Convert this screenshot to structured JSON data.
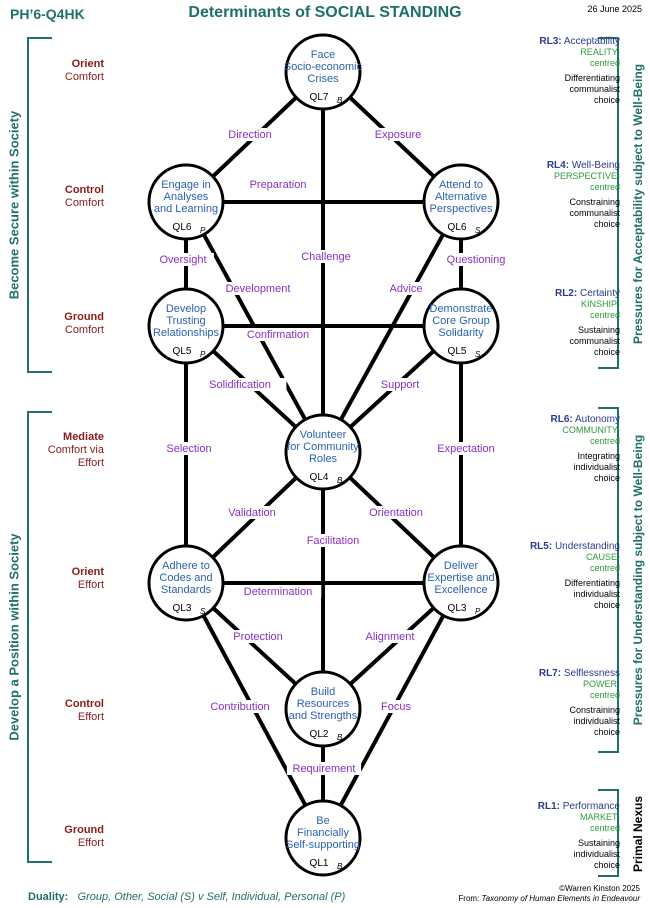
{
  "header": {
    "code": "PH’6-Q4HK",
    "title": "Determinants of SOCIAL STANDING",
    "date": "26 June 2025"
  },
  "left": {
    "upper_label": "Become Secure within Society",
    "lower_label": "Develop a Position within Society",
    "levels": [
      {
        "a": "Orient",
        "b": "Comfort"
      },
      {
        "a": "Control",
        "b": "Comfort"
      },
      {
        "a": "Ground",
        "b": "Comfort"
      },
      {
        "a": "Mediate",
        "b": "Comfort via Effort"
      },
      {
        "a": "Orient",
        "b": "Effort"
      },
      {
        "a": "Control",
        "b": "Effort"
      },
      {
        "a": "Ground",
        "b": "Effort"
      }
    ]
  },
  "right": {
    "pressure1": "Pressures for Acceptability subject to Well-Being",
    "pressure2": "Pressures for Understanding subject to Well-Being",
    "pressure3": "Primal Nexus",
    "rls": [
      {
        "id": "RL3:",
        "name": "Acceptability",
        "c1": "REALITY-",
        "c2": "centred",
        "k1": "Differentiating",
        "k2": "communalist",
        "k3": "choice"
      },
      {
        "id": "RL4:",
        "name": "Well-Being",
        "c1": "PERSPECTIVE-",
        "c2": "centred",
        "k1": "Constraining",
        "k2": "communalist",
        "k3": "choice"
      },
      {
        "id": "RL2:",
        "name": "Certainty",
        "c1": "KINSHIP-",
        "c2": "centred",
        "k1": "Sustaining",
        "k2": "communalist",
        "k3": "choice"
      },
      {
        "id": "RL6:",
        "name": "Autonomy",
        "c1": "COMMUNITY-",
        "c2": "centred",
        "k1": "Integrating",
        "k2": "individualist",
        "k3": "choice"
      },
      {
        "id": "RL5:",
        "name": "Understanding",
        "c1": "CAUSE-",
        "c2": "centred",
        "k1": "Differentiating",
        "k2": "individualist",
        "k3": "choice"
      },
      {
        "id": "RL7:",
        "name": "Selflessness",
        "c1": "POWER-",
        "c2": "centred",
        "k1": "Constraining",
        "k2": "individualist",
        "k3": "choice"
      },
      {
        "id": "RL1:",
        "name": "Performance",
        "c1": "MARKET-",
        "c2": "centred",
        "k1": "Sustaining",
        "k2": "individualist",
        "k3": "choice"
      }
    ]
  },
  "nodes": {
    "ql7": {
      "l1": "Face",
      "l2": "Socio-economic",
      "l3": "Crises",
      "code": "QL7",
      "sub": "B"
    },
    "ql6p": {
      "l1": "Engage in",
      "l2": "Analyses",
      "l3": "and Learning",
      "code": "QL6",
      "sub": "P"
    },
    "ql6s": {
      "l1": "Attend to",
      "l2": "Alternative",
      "l3": "Perspectives",
      "code": "QL6",
      "sub": "S"
    },
    "ql5p": {
      "l1": "Develop",
      "l2": "Trusting",
      "l3": "Relationships",
      "code": "QL5",
      "sub": "P"
    },
    "ql5s": {
      "l1": "Demonstrate",
      "l2": "Core Group",
      "l3": "Solidarity",
      "code": "QL5",
      "sub": "S"
    },
    "ql4": {
      "l1": "Volunteer",
      "l2": "for Community",
      "l3": "Roles",
      "code": "QL4",
      "sub": "B"
    },
    "ql3s": {
      "l1": "Adhere to",
      "l2": "Codes and",
      "l3": "Standards",
      "code": "QL3",
      "sub": "S"
    },
    "ql3p": {
      "l1": "Deliver",
      "l2": "Expertise and",
      "l3": "Excellence",
      "code": "QL3",
      "sub": "P"
    },
    "ql2": {
      "l1": "Build",
      "l2": "Resources",
      "l3": "and Strengths",
      "code": "QL2",
      "sub": "B"
    },
    "ql1": {
      "l1": "Be",
      "l2": "Financially",
      "l3": "Self-supporting",
      "code": "QL1",
      "sub": "B"
    }
  },
  "edges": {
    "direction": "Direction",
    "exposure": "Exposure",
    "preparation": "Preparation",
    "challenge": "Challenge",
    "oversight": "Oversight",
    "questioning": "Questioning",
    "development": "Development",
    "advice": "Advice",
    "confirmation": "Confirmation",
    "solidification": "Solidification",
    "support": "Support",
    "selection": "Selection",
    "expectation": "Expectation",
    "validation": "Validation",
    "orientation": "Orientation",
    "facilitation": "Facilitation",
    "determination": "Determination",
    "protection": "Protection",
    "alignment": "Alignment",
    "contribution": "Contribution",
    "focus": "Focus",
    "requirement": "Requirement"
  },
  "footer": {
    "duality_label": "Duality:",
    "duality_text": "Group, Other, Social (S)  v  Self, Individual, Personal (P)",
    "copyright": "©Warren Kinston 2025",
    "source_prefix": "From: ",
    "source_title": "Taxonomy of Human Elements in Endeavour"
  }
}
